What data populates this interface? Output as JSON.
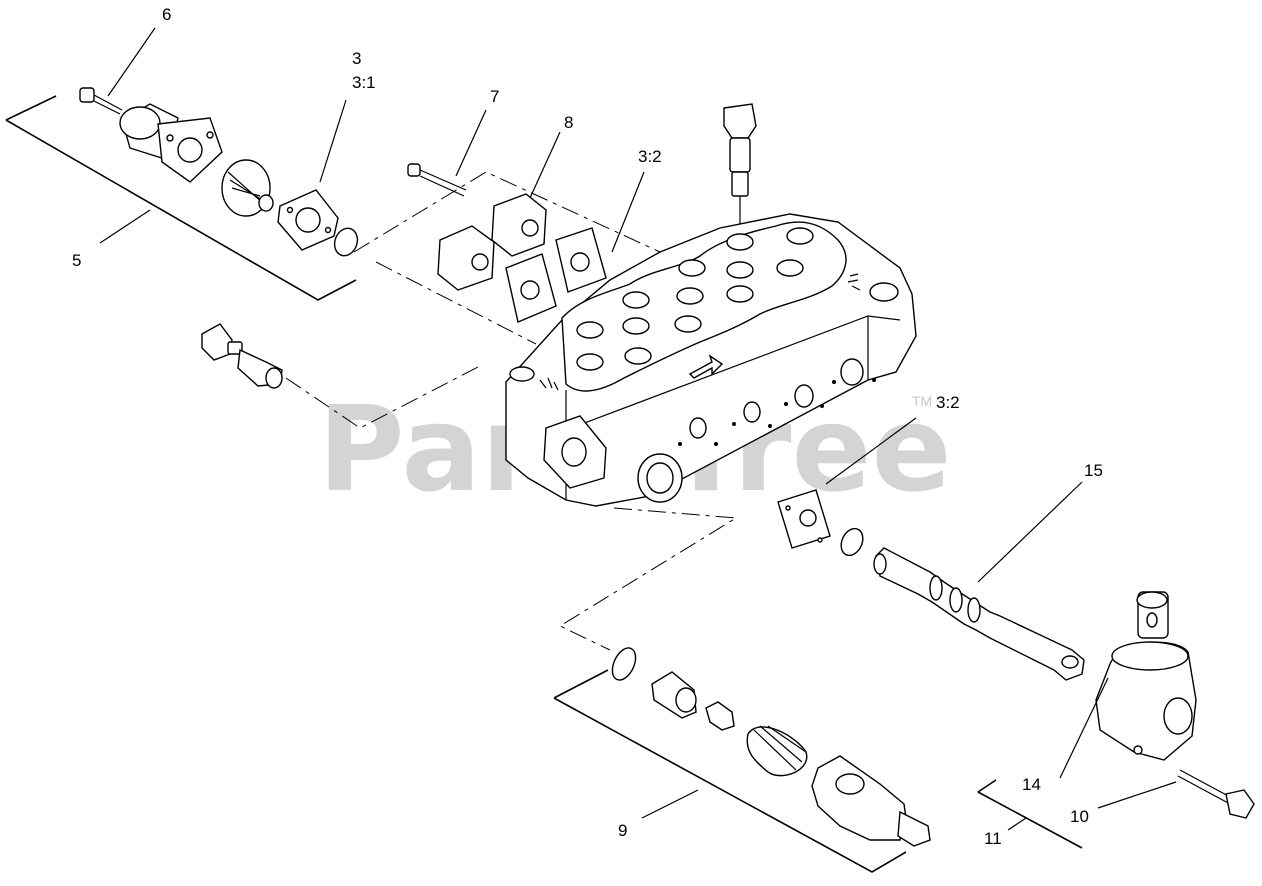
{
  "diagram": {
    "watermark": "PartsTree",
    "watermark_tm": "TM",
    "callouts": {
      "c3": "3",
      "c3_1": "3:1",
      "c3_2_top": "3:2",
      "c3_2_right": "3:2",
      "c5": "5",
      "c6": "6",
      "c7": "7",
      "c8": "8",
      "c9": "9",
      "c10": "10",
      "c11": "11",
      "c14": "14",
      "c15": "15"
    }
  }
}
